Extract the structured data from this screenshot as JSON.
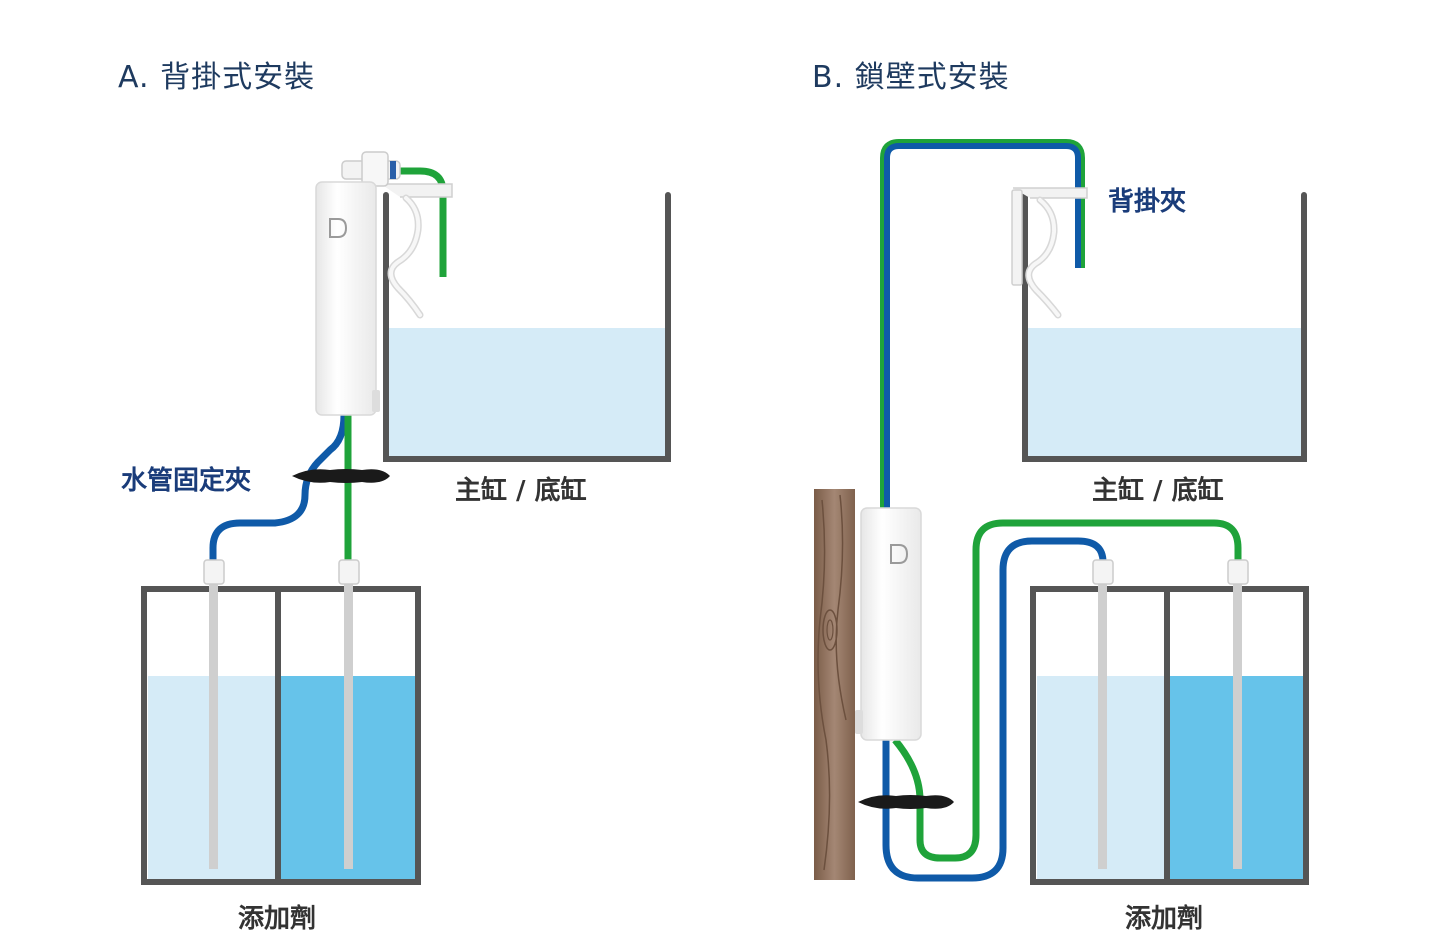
{
  "panel_a": {
    "title": "A. 背掛式安裝",
    "hose_clamp_label": "水管固定夾",
    "tank_label": "主缸 / 底缸",
    "container_label": "添加劑"
  },
  "panel_b": {
    "title": "B. 鎖壁式安裝",
    "hang_clip_label": "背掛夾",
    "tank_label": "主缸 / 底缸",
    "container_label": "添加劑"
  },
  "colors": {
    "blue_tube": "#0f5aa8",
    "green_tube": "#1fa33a",
    "water_light": "#d5ebf7",
    "water_dark": "#66c3ea",
    "tank_frame": "#555555",
    "wood": "#8c6f5c"
  },
  "icons": [
    "dosing-pump-icon",
    "hose-clamp-icon",
    "hang-clip-icon",
    "wood-wall-icon",
    "connector-icon"
  ]
}
